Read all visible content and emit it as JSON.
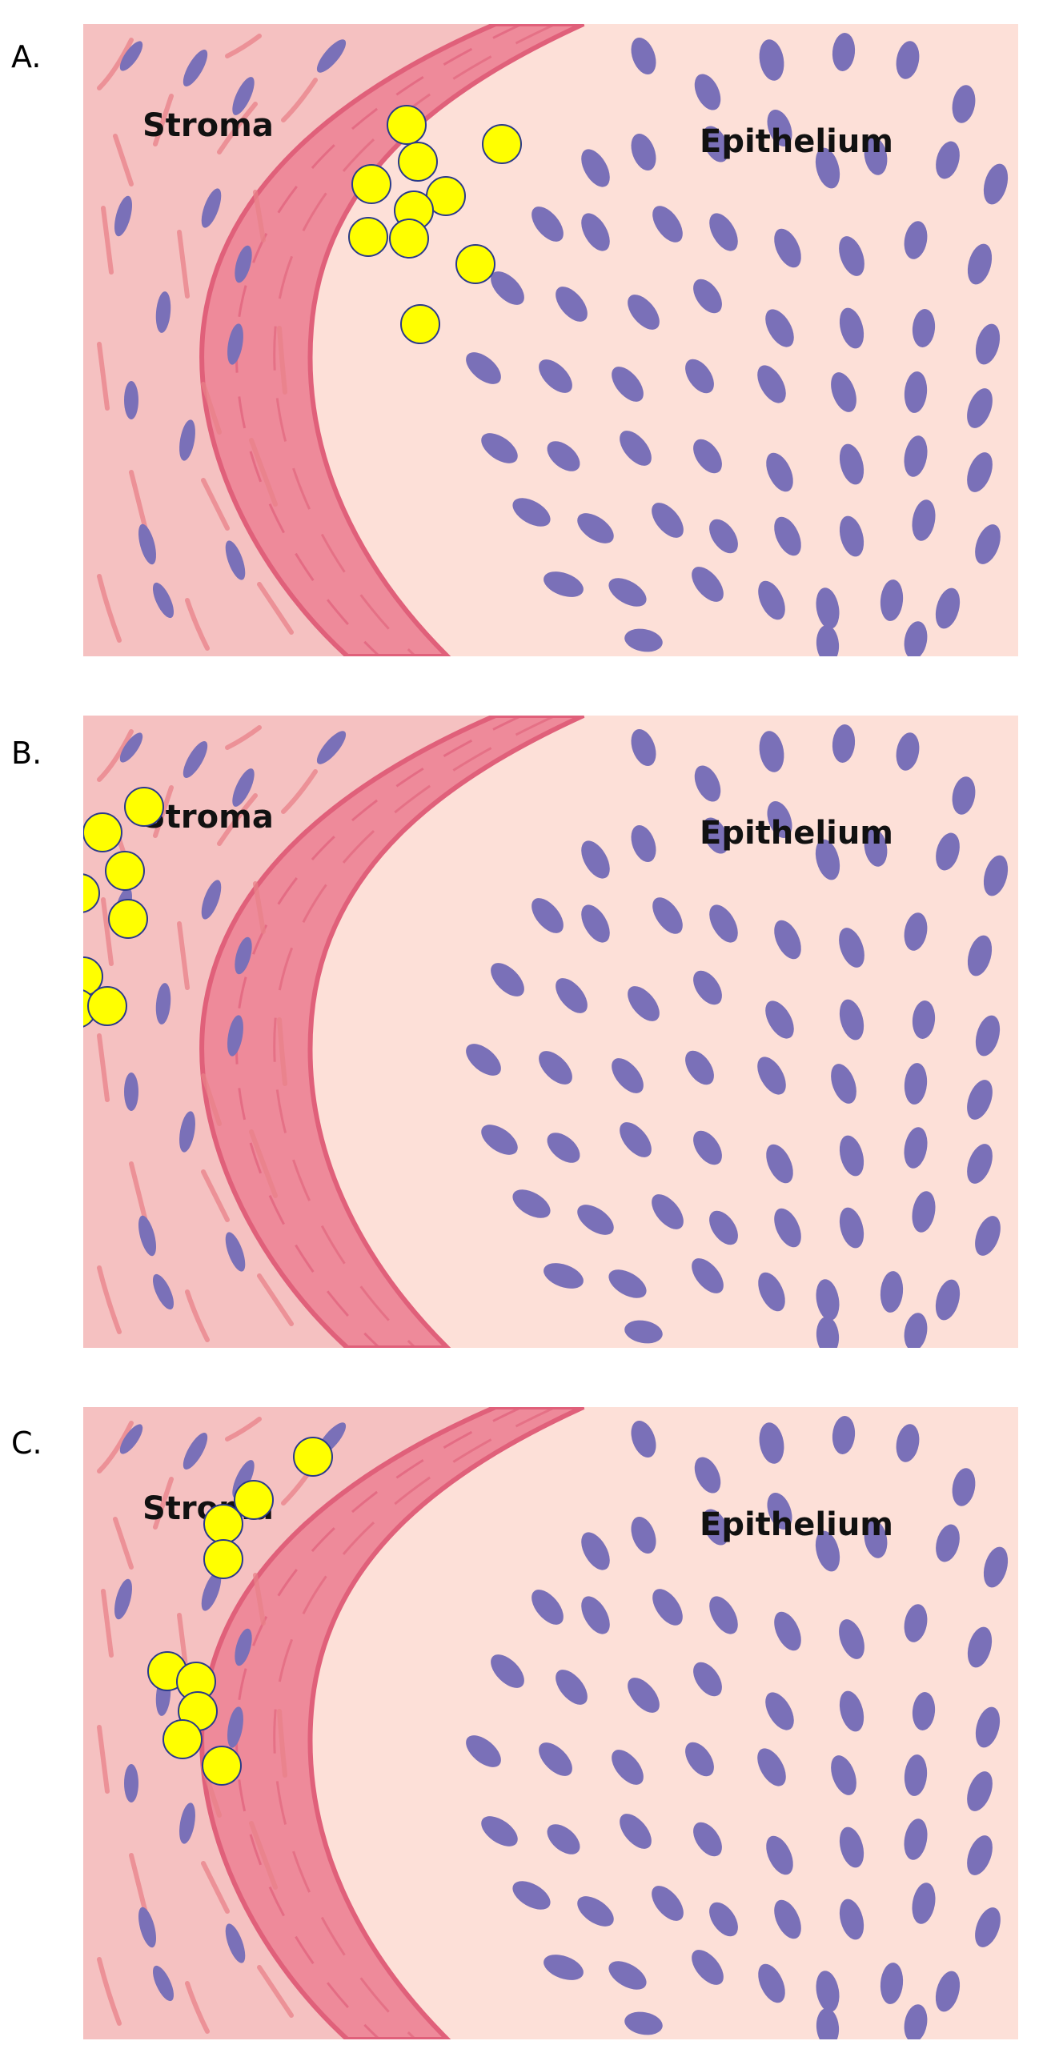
{
  "figure": {
    "panels": [
      {
        "id": "A",
        "label": "A.",
        "stroma_label": "Stroma",
        "epithelium_label": "Epithelium",
        "marker_location": "epithelium"
      },
      {
        "id": "B",
        "label": "B.",
        "stroma_label": "Stroma",
        "epithelium_label": "Epithelium",
        "marker_location": "stroma"
      },
      {
        "id": "C",
        "label": "C.",
        "stroma_label": "Stroma",
        "epithelium_label": "Epithelium",
        "marker_location": "interface"
      }
    ],
    "colors": {
      "stroma": "#f5c1c1",
      "epithelium": "#fde0d8",
      "band_dark": "#e0607a",
      "band_fill": "#ee8a9a",
      "nucleus": "#7a70b8",
      "fiber": "#e88088",
      "marker_fill": "#ffff00",
      "marker_stroke": "#2a3a8a"
    }
  }
}
